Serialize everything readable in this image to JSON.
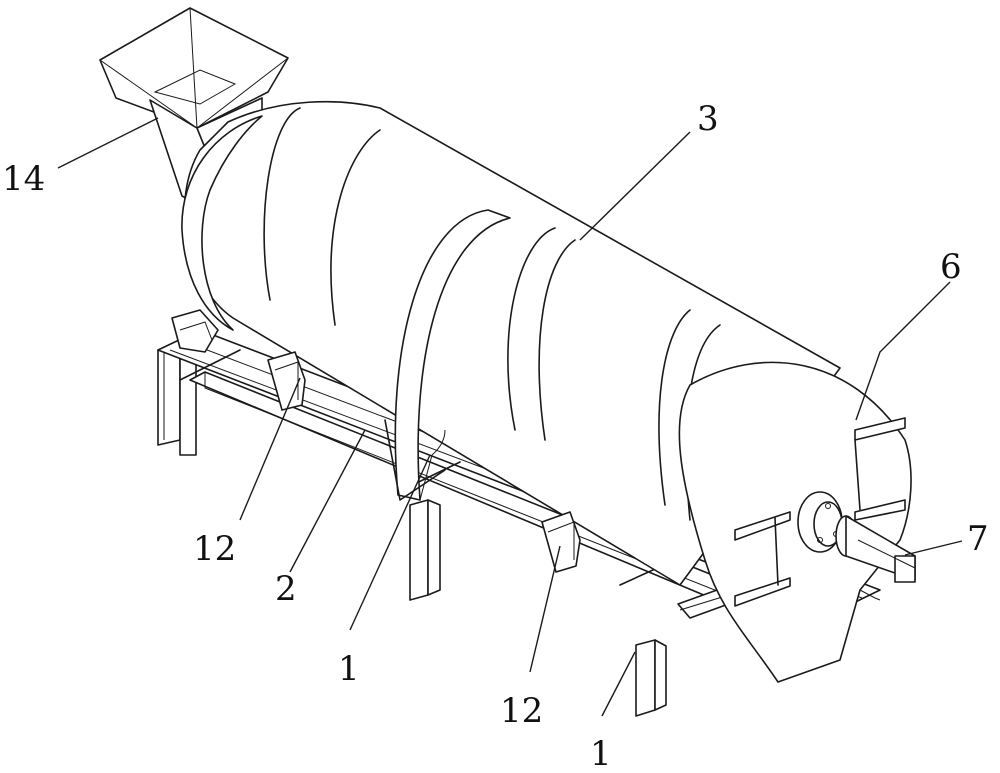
{
  "labels": {
    "hopper": "14",
    "drum": "3",
    "end_cover": "6",
    "shaft": "7",
    "support_left": "12",
    "support_right": "12",
    "frame": "2",
    "ring_front": "1",
    "base_beam": "1"
  }
}
